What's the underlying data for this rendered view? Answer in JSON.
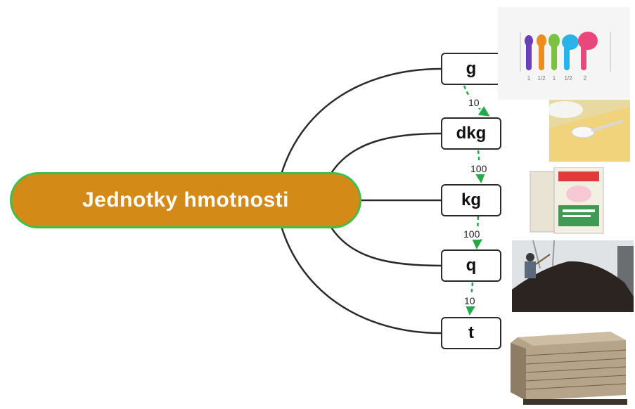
{
  "diagram": {
    "root_label": "Jednotky hmotnosti",
    "units": [
      "g",
      "dkg",
      "kg",
      "q",
      "t"
    ],
    "factors": [
      "10",
      "100",
      "100",
      "10"
    ],
    "colors": {
      "root_fill": "#d38a17",
      "root_border": "#3fbf4a",
      "connector": "#2a2a2a",
      "arrow": "#27a84a"
    },
    "images": [
      {
        "name": "measuring-spoons-image",
        "labels": [
          "1",
          "1/2",
          "1",
          "1/2",
          "2"
        ]
      },
      {
        "name": "spoon-of-sugar-image"
      },
      {
        "name": "flour-bag-image"
      },
      {
        "name": "soil-pile-image"
      },
      {
        "name": "pallet-of-bricks-image"
      }
    ]
  }
}
